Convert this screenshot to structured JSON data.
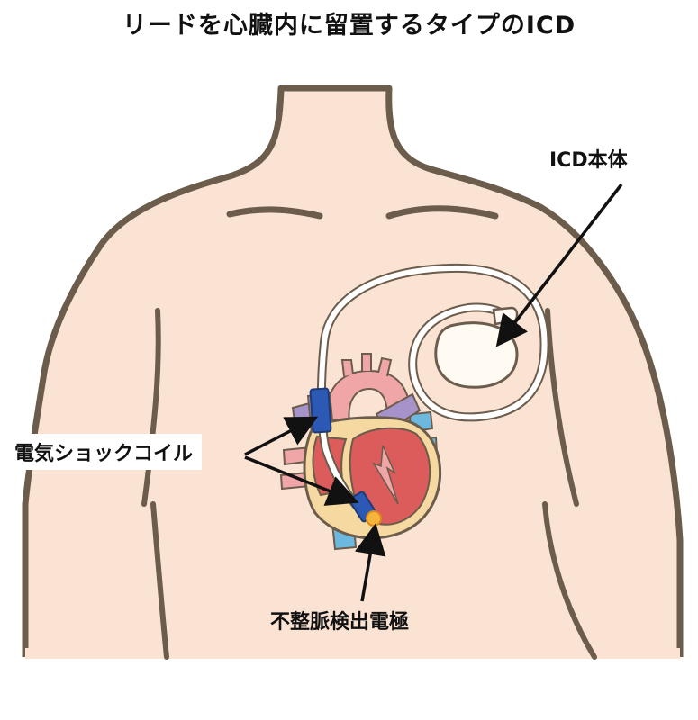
{
  "title": "リードを心臓内に留置するタイプのICD",
  "labels": {
    "icd_body": "ICD本体",
    "shock_coil": "電気ショックコイル",
    "sensing_electrode": "不整脈検出電極"
  },
  "colors": {
    "skin": "#fbe3d4",
    "outline": "#6b5c4c",
    "heart_red": "#dc5c5c",
    "heart_pink": "#f0a6a6",
    "pericardium": "#f5d9a0",
    "vein_purple": "#a693c9",
    "vessel_blue": "#6cb8de",
    "coil_blue": "#2b59b3",
    "device": "#fffaf2",
    "electrode": "#f7b43a"
  }
}
